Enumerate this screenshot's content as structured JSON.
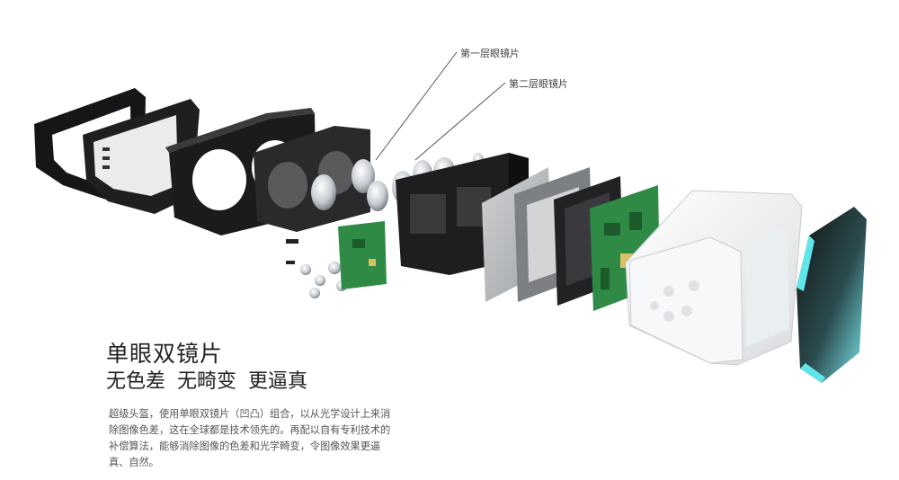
{
  "callouts": {
    "lens_layer_1": "第一层眼镜片",
    "lens_layer_2": "第二层眼镜片"
  },
  "heading": {
    "title": "单眼双镜片",
    "subtitle": "无色差 无畸变 更逼真"
  },
  "description": {
    "line1": "超级头盔，使用单眼双镜片（凹凸）组合，以从光学设计上来消",
    "line2": "除图像色差，这在全球都是技术领先的。再配以自有专利技术的",
    "line3": "补偿算法，能够消除图像的色差和光学畸变，令图像效果更逼",
    "line4": "真、自然。"
  },
  "colors": {
    "strap": "#1c1c1e",
    "frame": "#2a2a2c",
    "pcb": "#2f8a45",
    "shell": "#f2f3f5",
    "screen_glow": "#5fe3e8",
    "text": "#222222"
  }
}
